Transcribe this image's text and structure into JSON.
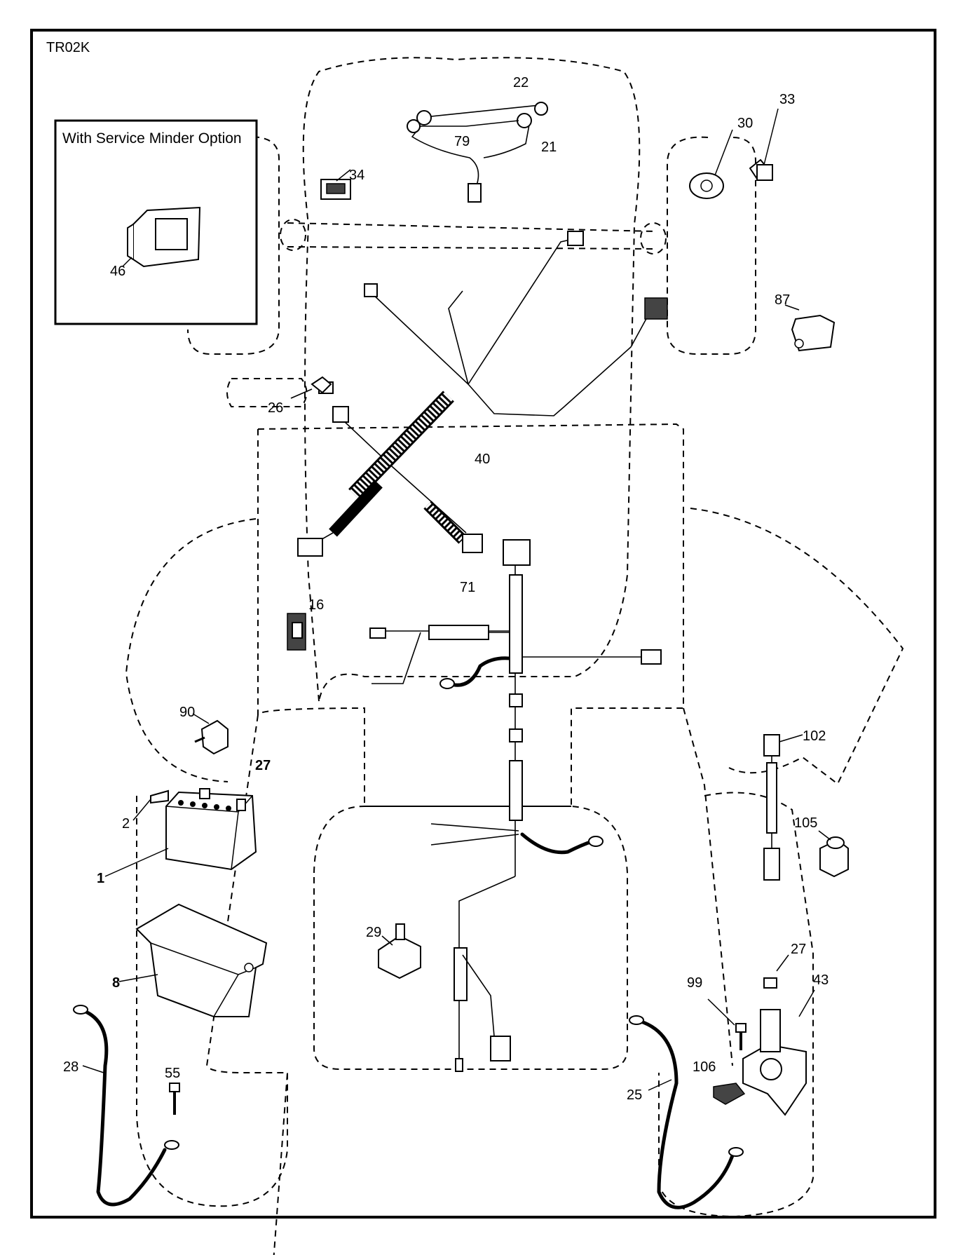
{
  "diagram_code": "TR02K",
  "inset_title": "With Service Minder Option",
  "callouts": {
    "p1": "1",
    "p2": "2",
    "p8": "8",
    "p16": "16",
    "p21": "21",
    "p22": "22",
    "p25": "25",
    "p26": "26",
    "p27a": "27",
    "p27b": "27",
    "p28": "28",
    "p29": "29",
    "p30": "30",
    "p33": "33",
    "p34": "34",
    "p40": "40",
    "p43": "43",
    "p46": "46",
    "p55": "55",
    "p71": "71",
    "p79": "79",
    "p87": "87",
    "p90": "90",
    "p99": "99",
    "p102": "102",
    "p105": "105",
    "p106": "106"
  }
}
